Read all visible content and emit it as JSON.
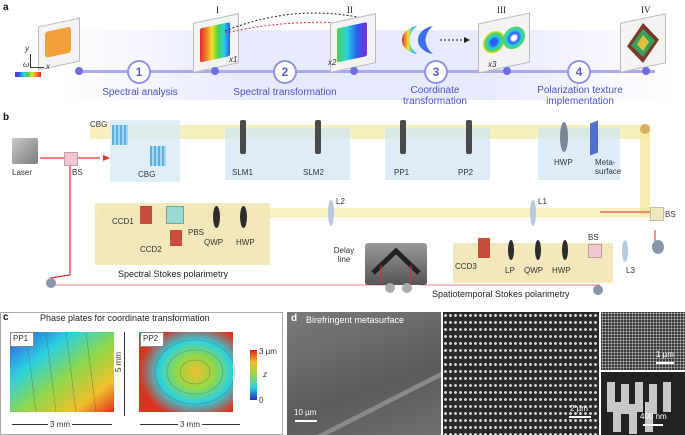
{
  "panel_a": {
    "letter": "a",
    "stages": [
      "I",
      "II",
      "III",
      "IV"
    ],
    "steps": [
      {
        "num": "1",
        "label": "Spectral analysis"
      },
      {
        "num": "2",
        "label": "Spectral transformation"
      },
      {
        "num": "3",
        "label": "Coordinate transformation"
      },
      {
        "num": "4",
        "label": "Polarization texture implementation"
      }
    ],
    "axes": {
      "x": "x",
      "y": "y",
      "x1": "x1",
      "x2": "x2",
      "x3": "x3",
      "omega": "ω"
    }
  },
  "panel_b": {
    "letter": "b",
    "components": {
      "laser": "Laser",
      "bs1": "BS",
      "cbg1": "CBG",
      "cbg2": "CBG",
      "slm1": "SLM1",
      "slm2": "SLM2",
      "pp1": "PP1",
      "pp2": "PP2",
      "hwp_top": "HWP",
      "metasurface": "Meta-surface",
      "l1": "L1",
      "l2": "L2",
      "l3": "L3",
      "bs2": "BS",
      "bs3": "BS",
      "ccd1": "CCD1",
      "ccd2": "CCD2",
      "ccd3": "CCD3",
      "pbs": "PBS",
      "qwp1": "QWP",
      "hwp1": "HWP",
      "lp": "LP",
      "qwp2": "QWP",
      "hwp2": "HWP",
      "delay": "Delay line"
    },
    "sections": {
      "spectral": "Spectral Stokes polarimetry",
      "spatiotemporal": "Spatiotemporal Stokes polarimetry"
    }
  },
  "panel_c": {
    "letter": "c",
    "title": "Phase plates for coordinate transformation",
    "pp1": "PP1",
    "pp2": "PP2",
    "dim_vertical": "5 mm",
    "dim_left": "3 mm",
    "dim_right": "3 mm",
    "colorbar": {
      "top": "3 µm",
      "bottom": "0",
      "axis": "z"
    }
  },
  "panel_d": {
    "letter": "d",
    "title": "Birefringent metasurface",
    "scale1": "10 µm",
    "scale2": "2 µm",
    "scale3": "1 µm",
    "scale4": "400 nm"
  }
}
